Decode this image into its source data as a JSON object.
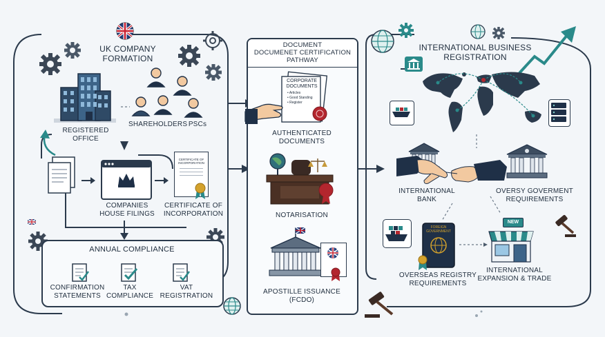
{
  "left": {
    "title": "UK COMPANY\nFORMATION",
    "registered_office": "REGISTERED\nOFFICE",
    "shareholders": "SHAREHOLDERS",
    "pscs": "PSCs",
    "companies_house": "COMPANIES\nHOUSE FILINGS",
    "certificate": "CERTIFICATE OF\nINCORPORATION",
    "certificate_doc_text": "CERTIFICATE OF\nINCORPORATION",
    "annual": "ANNUAL COMPLIANCE",
    "confirmation": "CONFIRMATION\nSTATEMENTS",
    "tax": "TAX\nCOMPLIANCE",
    "vat": "VAT\nREGISTRATION"
  },
  "middle": {
    "title": "DOCUMENT\nDOCUMENET CERTIFICATION\nPATHWAY",
    "corporate_docs": "CORPORATE\nDOCUMENTS",
    "doc_list": "• Articles\n• Good Standing\n• Register",
    "authenticated": "AUTHENTICATED\nDOCUMENTS",
    "notarisation": "NOTARISATION",
    "apostille": "APOSTILLE ISSUANCE\n(FCDO)"
  },
  "right": {
    "title": "INTERNATIONAL BUSINESS\nREGISTRATION",
    "bank": "INTERNATIONAL\nBANK",
    "gov": "OVERSY GOVERMENT\nREQUIREMENTS",
    "registry": "OVERSEAS REGISTRY\nREQUIREMENTS",
    "expansion": "INTERNATIONAL\nEXPANSION & TRADE",
    "passport_text": "FOREIGN\nGOVERNMENT",
    "new_sign": "NEW"
  },
  "colors": {
    "navy": "#1f3047",
    "teal": "#2a8a8a",
    "red": "#b3262e",
    "outline": "#2b3a4c"
  },
  "icons": [
    "uk-flag-icon",
    "gear-icon",
    "building-icon",
    "people-icon",
    "browser-icon",
    "crown-icon",
    "certificate-icon",
    "checklist-icon",
    "globe-icon",
    "handshake-icon",
    "bank-icon",
    "gavel-icon",
    "passport-icon",
    "storefront-icon",
    "ship-icon",
    "server-icon",
    "trend-arrow-icon",
    "world-map-icon"
  ]
}
